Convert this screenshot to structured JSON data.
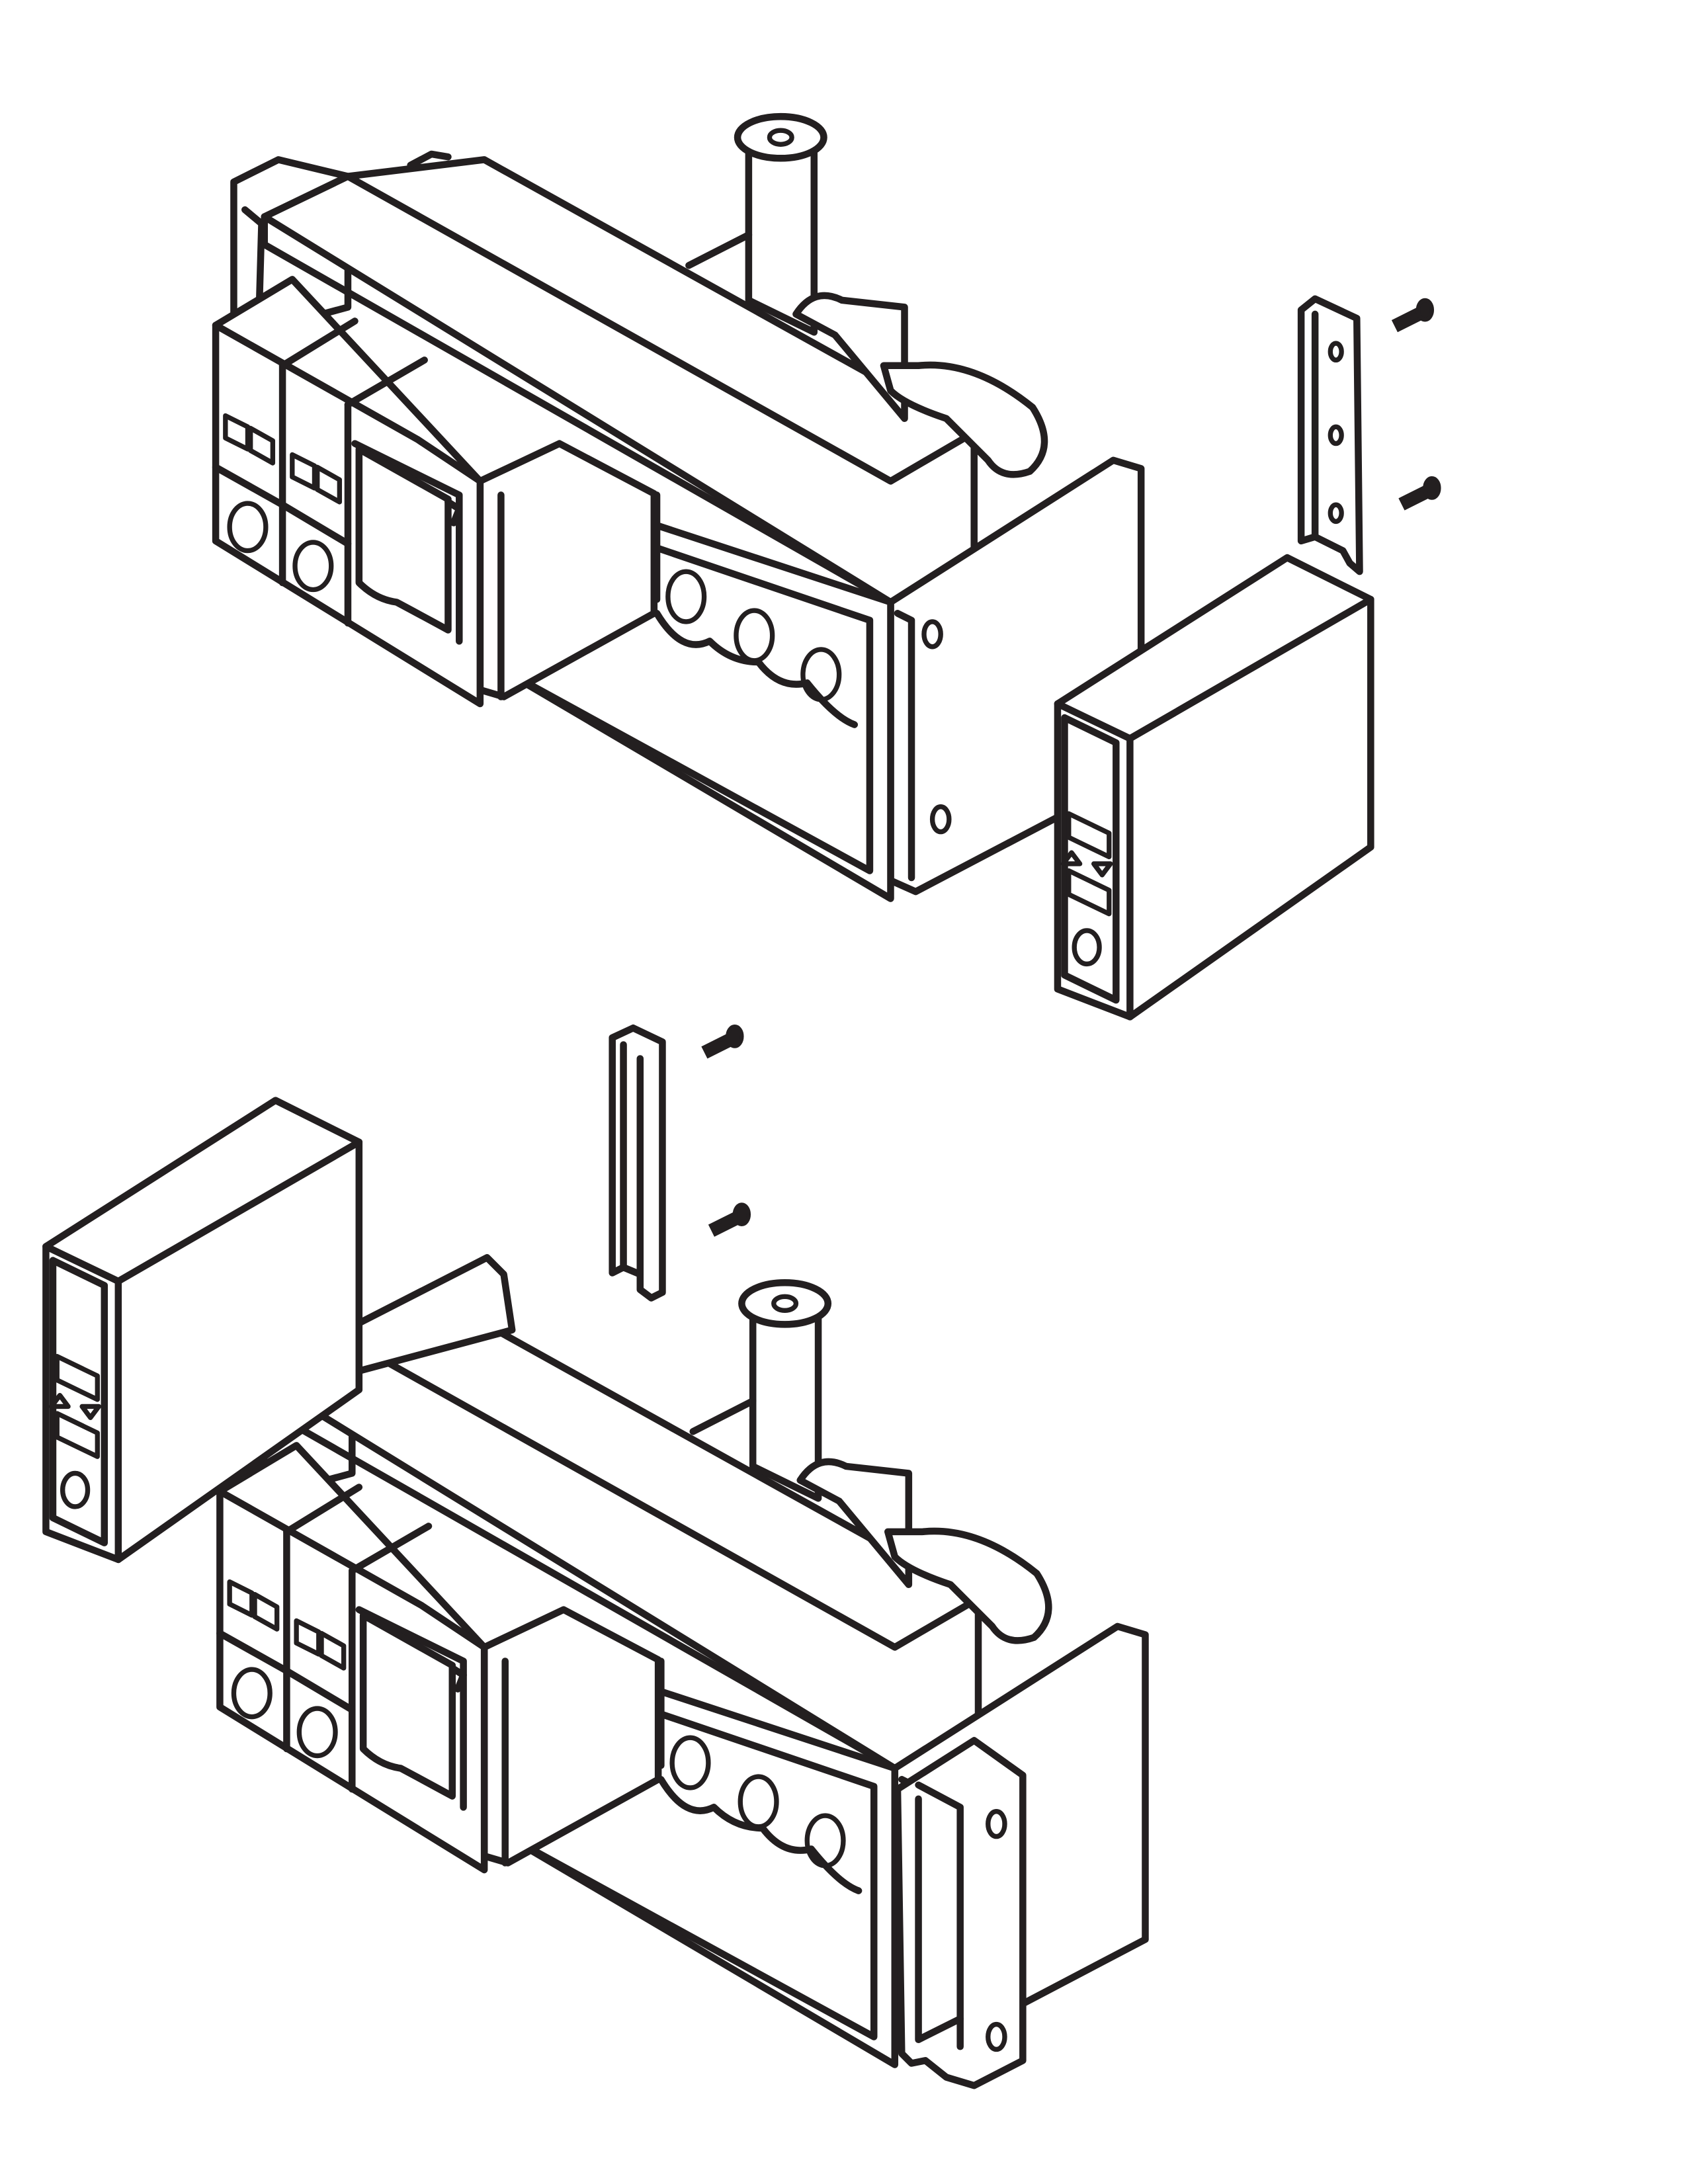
{
  "figure": {
    "type": "exploded-assembly-line-drawing",
    "stroke_color": "#231f20",
    "background": "#ffffff",
    "views": [
      {
        "name": "mounting-right-side",
        "parts": [
          "main-assembly",
          "mounting-rail",
          "screw",
          "screw",
          "side-module"
        ]
      },
      {
        "name": "mounting-left-side",
        "parts": [
          "main-assembly",
          "mounting-rail",
          "screw",
          "screw",
          "side-module",
          "end-cap"
        ]
      }
    ]
  }
}
